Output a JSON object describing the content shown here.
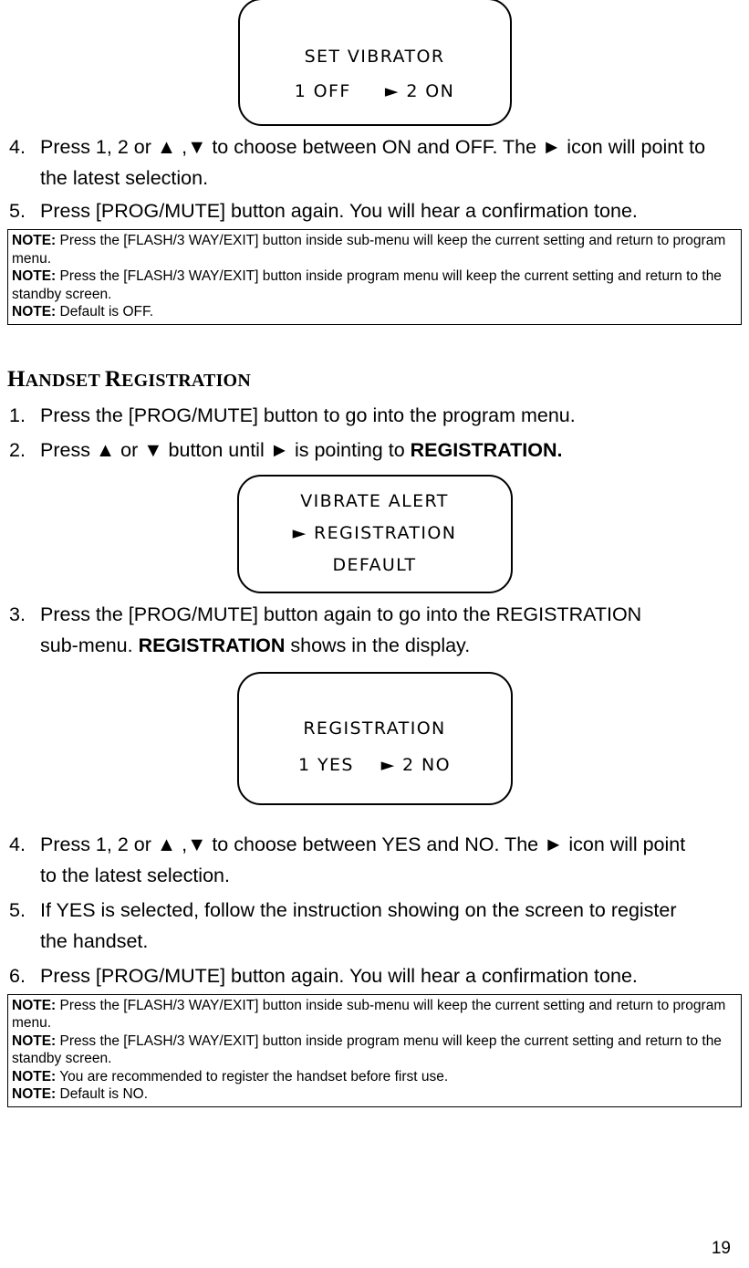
{
  "screens": {
    "vibrator": {
      "line1": "SET VIBRATOR",
      "line2": "1 OFF     ► 2 ON"
    },
    "menu": {
      "line1": "VIBRATE ALERT",
      "line2": "► REGISTRATION",
      "line3": "DEFAULT"
    },
    "registration": {
      "line1": "REGISTRATION",
      "line2": "1 YES    ► 2 NO"
    }
  },
  "vibrator_steps": [
    {
      "num": "4.",
      "line1": "Press 1, 2 or ▲ ,▼  to choose between ON and OFF. The ► icon will point to",
      "line2": "the latest selection."
    },
    {
      "num": "5.",
      "line1": "Press [PROG/MUTE] button again. You will hear a confirmation tone.",
      "line2": ""
    }
  ],
  "vibrator_notes": [
    {
      "label": "NOTE:",
      "text": " Press the [FLASH/3 WAY/EXIT] button inside sub-menu will keep the current setting and return to program menu."
    },
    {
      "label": "NOTE:",
      "text": " Press the [FLASH/3 WAY/EXIT] button inside program menu will keep the current setting and return to the standby screen."
    },
    {
      "label": "NOTE:",
      "text": " Default is OFF."
    }
  ],
  "section": {
    "title_first": "H",
    "title_rest": "ANDSET ",
    "title_second": "R",
    "title_rest2": "EGISTRATION"
  },
  "reg_steps_a": [
    {
      "num": "1.",
      "pre": "Press the [PROG/MUTE] button to go into the program menu.",
      "bold": "",
      "post": ""
    },
    {
      "num": "2.",
      "pre": "Press ▲ or ▼ button until ► is pointing to ",
      "bold": "REGISTRATION.",
      "post": ""
    }
  ],
  "reg_step_3": {
    "num": "3.",
    "line1": "Press the [PROG/MUTE] button again to go into the REGISTRATION",
    "l2_pre": "sub-menu. ",
    "l2_bold": "REGISTRATION",
    "l2_post": " shows in the display."
  },
  "reg_steps_b": [
    {
      "num": "4.",
      "line1": "Press 1, 2 or ▲ ,▼ to choose between YES and NO. The ► icon will point",
      "line2": "to the latest selection."
    },
    {
      "num": "5.",
      "line1": "If YES is selected, follow the instruction showing on the screen to register",
      "line2": "the handset."
    },
    {
      "num": "6.",
      "line1": "Press [PROG/MUTE] button again. You will hear a confirmation tone.",
      "line2": ""
    }
  ],
  "reg_notes": [
    {
      "label": "NOTE:",
      "text": " Press the [FLASH/3 WAY/EXIT] button inside sub-menu will keep the current setting and return to program menu."
    },
    {
      "label": "NOTE:",
      "text": " Press the [FLASH/3 WAY/EXIT] button inside program menu will keep the current setting and return to the standby screen."
    },
    {
      "label": "NOTE:",
      "text": " You are recommended to register the handset before first use."
    },
    {
      "label": "NOTE:",
      "text": " Default is NO."
    }
  ],
  "page_number": "19"
}
